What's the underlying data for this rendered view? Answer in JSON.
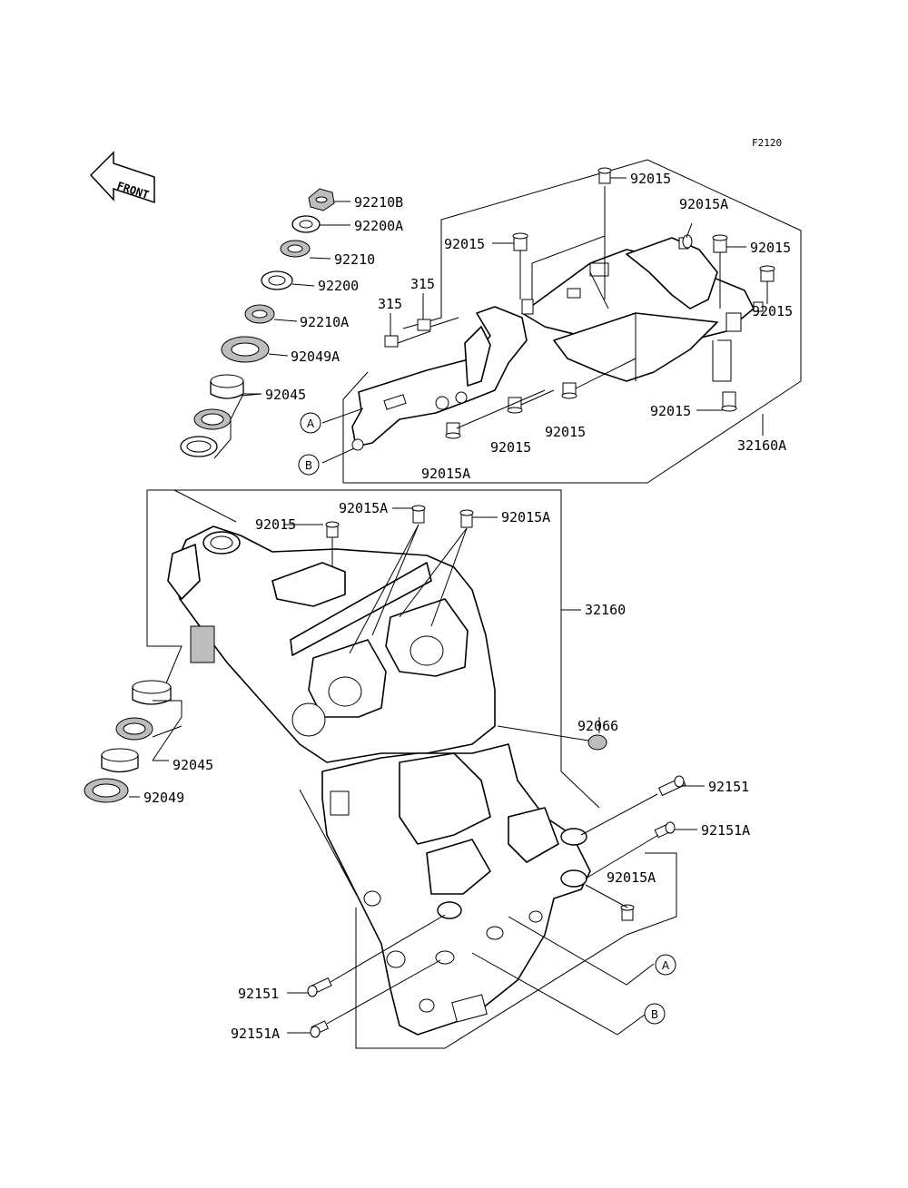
{
  "diagram_code": "F2120",
  "front_label": "FRONT",
  "refs": {
    "a": "A",
    "b": "B"
  },
  "labels": {
    "nut_92210B": "92210B",
    "washer_92200A": "92200A",
    "nut_92210": "92210",
    "washer_92200": "92200",
    "nut_92210A": "92210A",
    "seal_92049A": "92049A",
    "bearing_top_92045": "92045",
    "nut_315_upper": "315",
    "nut_315_lower": "315",
    "bolt_92015_top": "92015",
    "bolt_92015A_top": "92015A",
    "bolt_92015_left": "92015",
    "bolt_92015_right1": "92015",
    "bolt_92015_right2": "92015",
    "bolt_92015_right3": "92015",
    "bolt_92015_mid": "92015",
    "bolt_92015_mid2": "92015",
    "bolt_92015A_sub": "92015A",
    "subframe_32160A": "32160A",
    "bolt_92015_frame": "92015",
    "bolt_92015A_frame1": "92015A",
    "bolt_92015A_frame2": "92015A",
    "frame_32160": "32160",
    "cap_92066": "92066",
    "bearing_bottom_92045": "92045",
    "seal_92049": "92049",
    "bolt_92151_right": "92151",
    "bolt_92151A_right": "92151A",
    "bolt_92015A_right": "92015A",
    "bolt_92151_left": "92151",
    "bolt_92151A_left": "92151A"
  }
}
